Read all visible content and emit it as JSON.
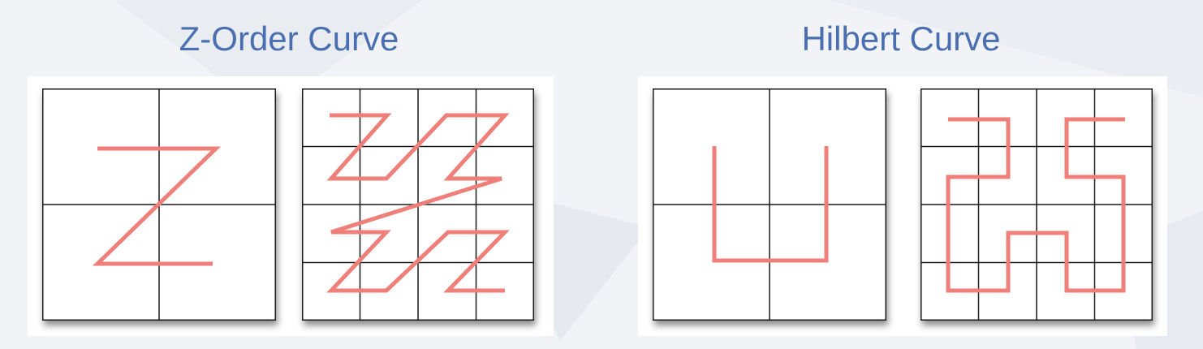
{
  "colors": {
    "background": "#f1f3f6",
    "title": "#4a6fb0",
    "grid_line": "#1a1a1a",
    "curve": "#ee7f79",
    "panel": "#ffffff"
  },
  "z_order": {
    "title": "Z-Order Curve",
    "order1": {
      "divisions": 2
    },
    "order2": {
      "divisions": 4
    }
  },
  "hilbert": {
    "title": "Hilbert Curve",
    "order1": {
      "divisions": 2
    },
    "order2": {
      "divisions": 4
    }
  }
}
